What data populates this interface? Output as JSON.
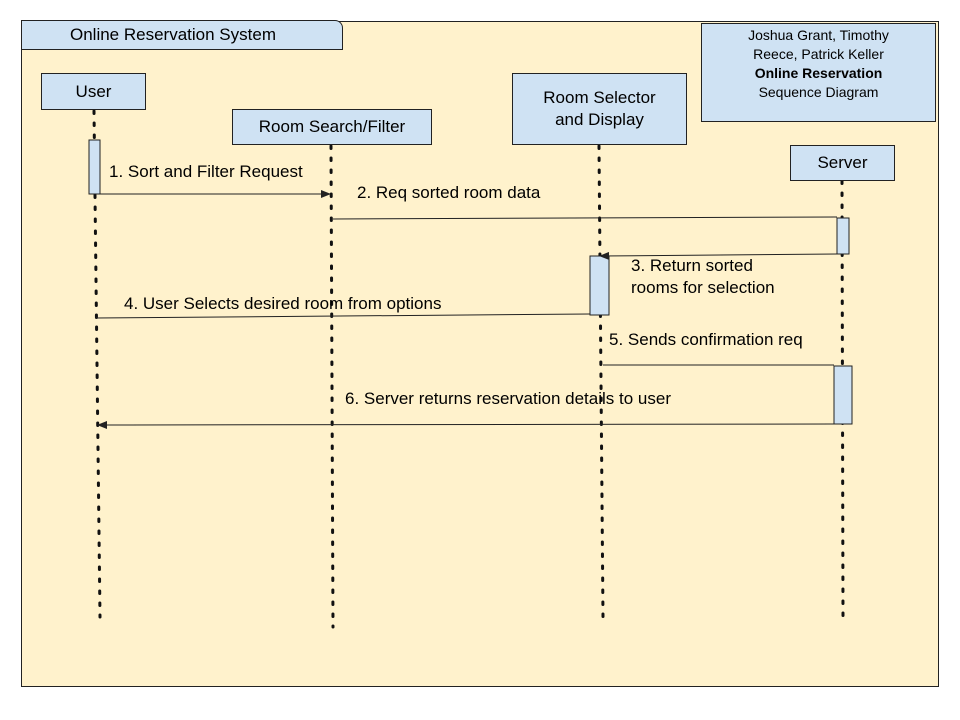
{
  "title": "Online Reservation System",
  "credits": {
    "line1": "Joshua Grant, Timothy",
    "line2": "Reece, Patrick Keller",
    "line3": "Online Reservation",
    "line4": "Sequence Diagram"
  },
  "participants": {
    "user": "User",
    "search": "Room Search/Filter",
    "selector_line1": "Room Selector",
    "selector_line2": "and Display",
    "server": "Server"
  },
  "messages": {
    "m1": "1. Sort and Filter Request",
    "m2": "2. Req sorted room data",
    "m3_line1": "3. Return sorted",
    "m3_line2": "rooms for selection",
    "m4": "4. User Selects desired room from options",
    "m5": "5. Sends confirmation req",
    "m6": "6. Server returns reservation details to user"
  },
  "colors": {
    "background": "#fff2cc",
    "box_fill": "#cfe2f3",
    "stroke": "#222222"
  }
}
